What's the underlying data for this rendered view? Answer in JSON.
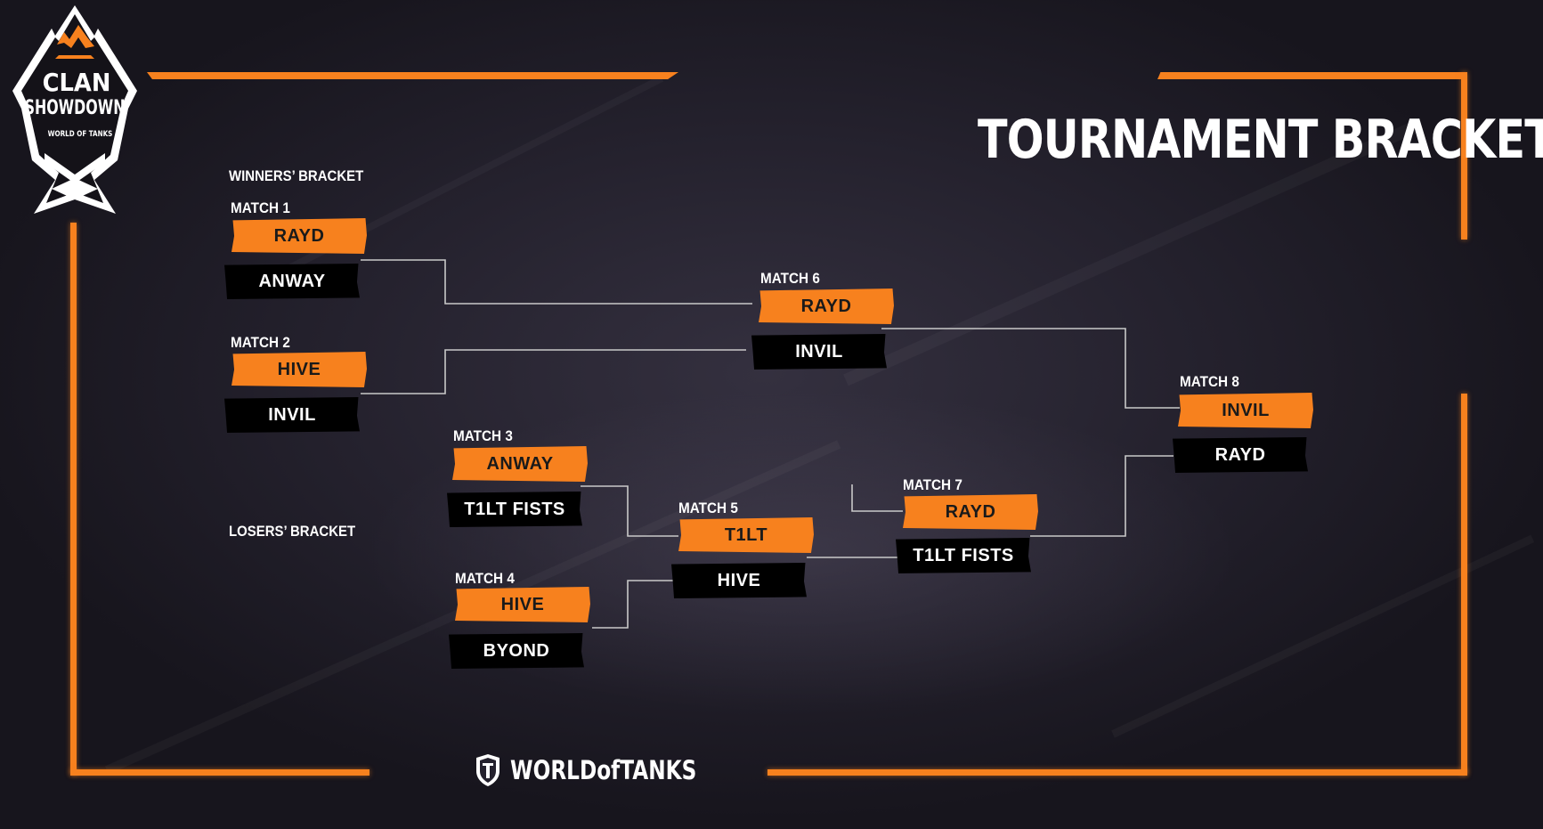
{
  "logo": {
    "line1": "CLAN",
    "line2": "SHOWDOWN",
    "badge": "WORLD OF TANKS"
  },
  "title": "TOURNAMENT BRACKET",
  "winners_label": "WINNERS’ BRACKET",
  "losers_label": "LOSERS’ BRACKET",
  "matches": {
    "m1": {
      "label": "MATCH 1",
      "winner": "RAYD",
      "loser": "ANWAY"
    },
    "m2": {
      "label": "MATCH 2",
      "winner": "HIVE",
      "loser": "INVIL"
    },
    "m3": {
      "label": "MATCH 3",
      "winner": "ANWAY",
      "loser": "T1LT FISTS"
    },
    "m4": {
      "label": "MATCH 4",
      "winner": "HIVE",
      "loser": "BYOND"
    },
    "m5": {
      "label": "MATCH 5",
      "winner": "T1LT",
      "loser": "HIVE"
    },
    "m6": {
      "label": "MATCH 6",
      "winner": "RAYD",
      "loser": "INVIL"
    },
    "m7": {
      "label": "MATCH 7",
      "winner": "RAYD",
      "loser": "T1LT FISTS"
    },
    "m8": {
      "label": "MATCH 8",
      "winner": "INVIL",
      "loser": "RAYD"
    }
  },
  "footer": {
    "brand": "WORLDofTANKS"
  },
  "colors": {
    "accent": "#f7811e",
    "loser_bg": "#000000",
    "background": "#24212d"
  }
}
